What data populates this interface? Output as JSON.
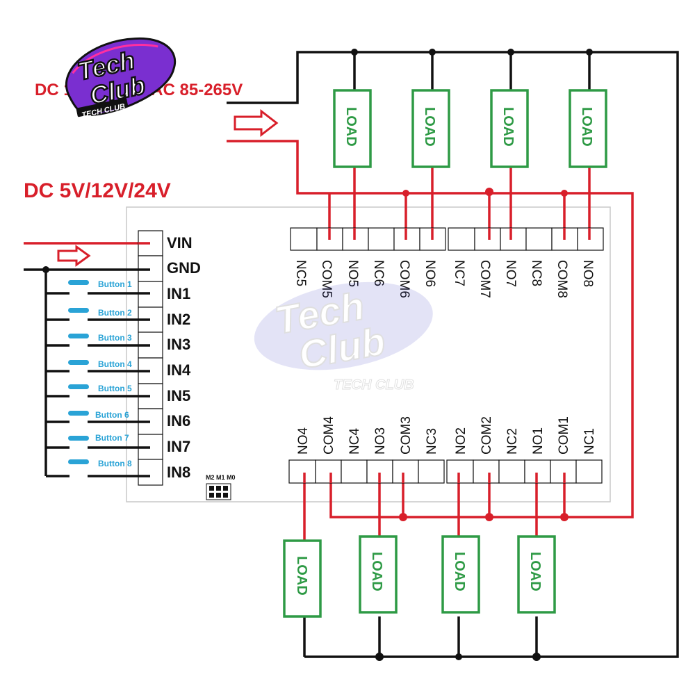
{
  "supply_high": "DC 12-24V OR AC 85-265V",
  "supply_low": "DC 5V/12V/24V",
  "power_pins": {
    "vin": "VIN",
    "gnd": "GND"
  },
  "inputs": [
    "IN1",
    "IN2",
    "IN3",
    "IN4",
    "IN5",
    "IN6",
    "IN7",
    "IN8"
  ],
  "buttons": [
    "Button 1",
    "Button 2",
    "Button 3",
    "Button 4",
    "Button 5",
    "Button 6",
    "Button 7",
    "Button 8"
  ],
  "terminals_top": [
    "NC5",
    "COM5",
    "NO5",
    "NC6",
    "COM6",
    "NO6",
    "NC7",
    "COM7",
    "NO7",
    "NC8",
    "COM8",
    "NO8"
  ],
  "terminals_bottom": [
    "NO4",
    "COM4",
    "NC4",
    "NO3",
    "COM3",
    "NC3",
    "NO2",
    "COM2",
    "NC2",
    "NO1",
    "COM1",
    "NC1"
  ],
  "load_label": "LOAD",
  "mode_header": [
    "M2",
    "M1",
    "M0"
  ],
  "logo": {
    "line1": "Tech",
    "line2": "Club",
    "tagline": "TECH CLUB"
  },
  "colors": {
    "red": "#d81f2a",
    "green": "#2e9a45",
    "blue": "#2aa3d6",
    "black": "#111111"
  }
}
